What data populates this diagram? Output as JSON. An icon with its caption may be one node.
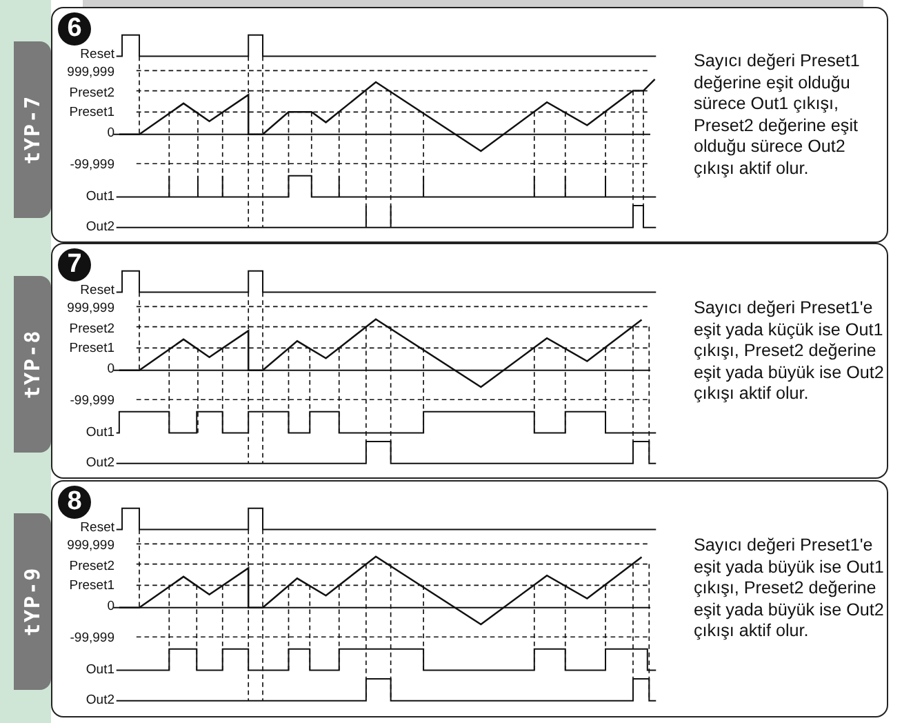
{
  "diagram": {
    "nodes": [
      {
        "text": [
          "tYP-7"
        ]
      },
      {
        "text": [
          "6",
          "Sayıcı değeri Preset1 değerine eşit olduğu sürece Out1 çıkışı, Preset2 değerine eşit olduğu sürece Out2 çıkışı aktif olur."
        ]
      },
      {
        "text": [
          "tYP-8"
        ]
      },
      {
        "text": [
          "7",
          "Sayıcı değeri Preset1'e eşit yada küçük ise Out1 çıkışı, Preset2 değerine eşit yada büyük ise Out2 çıkışı aktif olur."
        ]
      },
      {
        "text": [
          "tYP-9"
        ]
      },
      {
        "text": [
          "8",
          "Sayıcı değeri Preset1'e eşit yada büyük ise  Out1 çıkışı, Preset2 değerine eşit yada büyük ise Out2 çıkışı aktif olur."
        ]
      }
    ],
    "edges": [],
    "labels": [
      "Reset",
      "999,999",
      "Preset2",
      "Preset1",
      "0",
      "-99,999",
      "Out1",
      "Out2",
      "Reset",
      "999,999",
      "Preset2",
      "Preset1",
      "0",
      "-99,999",
      "Out1",
      "Out2",
      "Reset",
      "999,999",
      "Preset2",
      "Preset1",
      "0",
      "-99,999",
      "Out1",
      "Out2"
    ]
  }
}
